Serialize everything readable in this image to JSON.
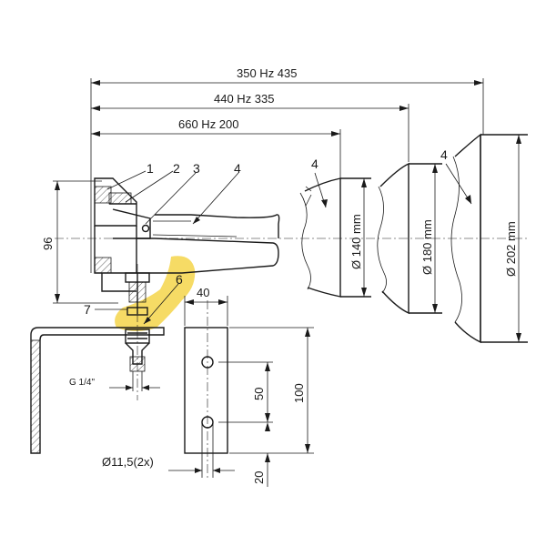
{
  "dimensions": {
    "top": "350 Hz 435",
    "middle": "440 Hz 335",
    "bottom": "660 Hz 200",
    "height_left": "96",
    "dia_small": "Ø 140 mm",
    "dia_medium": "Ø 180 mm",
    "dia_large": "Ø 202 mm",
    "bracket_width": "40",
    "hole_spacing": "50",
    "bracket_height": "100",
    "hole_offset": "20",
    "hole_diameter": "Ø11,5(2x)",
    "thread": "G 1/4\""
  },
  "callouts": {
    "c1": "1",
    "c2": "2",
    "c3": "3",
    "c4": "4",
    "c4a": "4",
    "c4b": "4",
    "c6": "6",
    "c7": "7"
  },
  "colors": {
    "highlight": "#f4d54a",
    "line": "#1a1a1a"
  }
}
